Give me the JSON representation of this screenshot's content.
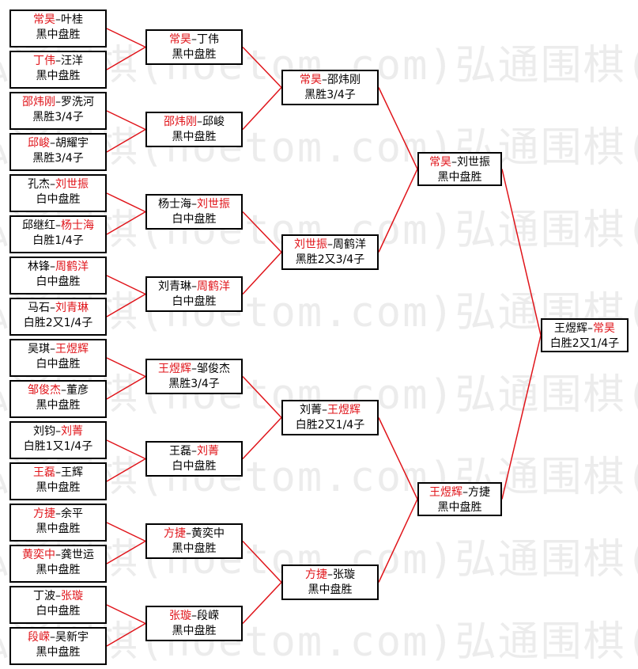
{
  "watermark": "弘通围棋(hoetom.com)弘通围棋(hoetom.com)",
  "matches": [
    {
      "id": "r1-1",
      "p1": "常昊",
      "p2": "叶桂",
      "winner": 1,
      "result": "黑中盘胜"
    },
    {
      "id": "r1-2",
      "p1": "丁伟",
      "p2": "汪洋",
      "winner": 1,
      "result": "黑中盘胜"
    },
    {
      "id": "r1-3",
      "p1": "邵炜刚",
      "p2": "罗洗河",
      "winner": 1,
      "result": "黑胜3/4子"
    },
    {
      "id": "r1-4",
      "p1": "邱峻",
      "p2": "胡耀宇",
      "winner": 1,
      "result": "黑胜3/4子"
    },
    {
      "id": "r1-5",
      "p1": "孔杰",
      "p2": "刘世振",
      "winner": 2,
      "result": "白中盘胜"
    },
    {
      "id": "r1-6",
      "p1": "邱继红",
      "p2": "杨士海",
      "winner": 2,
      "result": "白胜1/4子"
    },
    {
      "id": "r1-7",
      "p1": "林锋",
      "p2": "周鹤洋",
      "winner": 2,
      "result": "白中盘胜"
    },
    {
      "id": "r1-8",
      "p1": "马石",
      "p2": "刘青琳",
      "winner": 2,
      "result": "白胜2又1/4子"
    },
    {
      "id": "r1-9",
      "p1": "吴琪",
      "p2": "王煜辉",
      "winner": 2,
      "result": "白中盘胜"
    },
    {
      "id": "r1-10",
      "p1": "邹俊杰",
      "p2": "董彦",
      "winner": 1,
      "result": "黑中盘胜"
    },
    {
      "id": "r1-11",
      "p1": "刘钧",
      "p2": "刘菁",
      "winner": 2,
      "result": "白胜1又1/4子"
    },
    {
      "id": "r1-12",
      "p1": "王磊",
      "p2": "王辉",
      "winner": 1,
      "result": "黑中盘胜"
    },
    {
      "id": "r1-13",
      "p1": "方捷",
      "p2": "余平",
      "winner": 1,
      "result": "黑中盘胜"
    },
    {
      "id": "r1-14",
      "p1": "黄奕中",
      "p2": "龚世运",
      "winner": 1,
      "result": "黑中盘胜"
    },
    {
      "id": "r1-15",
      "p1": "丁波",
      "p2": "张璇",
      "winner": 2,
      "result": "白中盘胜"
    },
    {
      "id": "r1-16",
      "p1": "段嵘",
      "p2": "吴新宇",
      "winner": 1,
      "result": "黑中盘胜"
    },
    {
      "id": "r2-1",
      "p1": "常昊",
      "p2": "丁伟",
      "winner": 1,
      "result": "黑中盘胜"
    },
    {
      "id": "r2-2",
      "p1": "邵炜刚",
      "p2": "邱峻",
      "winner": 1,
      "result": "黑中盘胜"
    },
    {
      "id": "r2-3",
      "p1": "杨士海",
      "p2": "刘世振",
      "winner": 2,
      "result": "白中盘胜"
    },
    {
      "id": "r2-4",
      "p1": "刘青琳",
      "p2": "周鹤洋",
      "winner": 2,
      "result": "白中盘胜"
    },
    {
      "id": "r2-5",
      "p1": "王煜辉",
      "p2": "邹俊杰",
      "winner": 1,
      "result": "黑胜3/4子"
    },
    {
      "id": "r2-6",
      "p1": "王磊",
      "p2": "刘菁",
      "winner": 2,
      "result": "白中盘胜"
    },
    {
      "id": "r2-7",
      "p1": "方捷",
      "p2": "黄奕中",
      "winner": 1,
      "result": "黑中盘胜"
    },
    {
      "id": "r2-8",
      "p1": "张璇",
      "p2": "段嵘",
      "winner": 1,
      "result": "黑中盘胜"
    },
    {
      "id": "r3-1",
      "p1": "常昊",
      "p2": "邵炜刚",
      "winner": 1,
      "result": "黑胜3/4子"
    },
    {
      "id": "r3-2",
      "p1": "刘世振",
      "p2": "周鹤洋",
      "winner": 1,
      "result": "黑胜2又3/4子"
    },
    {
      "id": "r3-3",
      "p1": "刘菁",
      "p2": "王煜辉",
      "winner": 2,
      "result": "白胜2又1/4子"
    },
    {
      "id": "r3-4",
      "p1": "方捷",
      "p2": "张璇",
      "winner": 1,
      "result": "黑中盘胜"
    },
    {
      "id": "r4-1",
      "p1": "常昊",
      "p2": "刘世振",
      "winner": 1,
      "result": "黑中盘胜"
    },
    {
      "id": "r4-2",
      "p1": "王煜辉",
      "p2": "方捷",
      "winner": 1,
      "result": "黑中盘胜"
    },
    {
      "id": "r5-1",
      "p1": "王煜辉",
      "p2": "常昊",
      "winner": 2,
      "result": "白胜2又1/4子"
    }
  ],
  "colors": {
    "winner": "#e0141a",
    "line": "#e0141a",
    "border": "#000000"
  }
}
